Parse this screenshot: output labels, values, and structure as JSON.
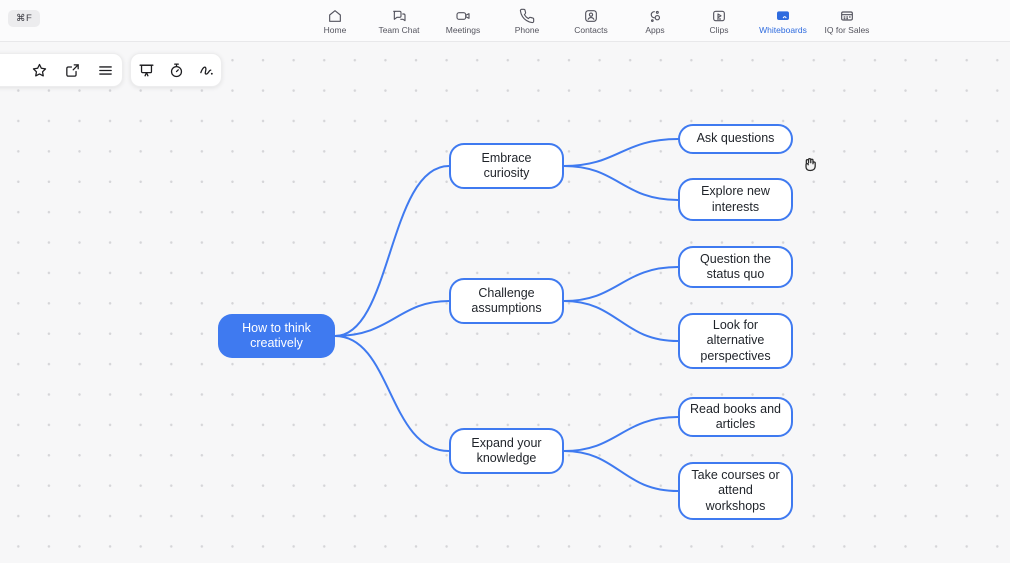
{
  "colors": {
    "accent": "#2e6bdf",
    "node_blue": "#3f7af0",
    "topbar_bg": "#fbfbfc",
    "canvas_bg": "#f7f7f8",
    "dot": "#d5d5d8"
  },
  "topbar": {
    "shortcut_badge": "⌘F",
    "items": [
      {
        "label": "Home"
      },
      {
        "label": "Team Chat"
      },
      {
        "label": "Meetings"
      },
      {
        "label": "Phone"
      },
      {
        "label": "Contacts"
      },
      {
        "label": "Apps"
      },
      {
        "label": "Clips"
      },
      {
        "label": "Whiteboards"
      },
      {
        "label": "IQ for Sales"
      }
    ],
    "active_item": "Whiteboards"
  },
  "toolbar": {
    "left_icons": [
      "star",
      "share",
      "menu"
    ],
    "right_icons": [
      "present",
      "timer",
      "follow-pen"
    ]
  },
  "mindmap": {
    "root": {
      "label": "How to think creatively"
    },
    "branches": [
      {
        "label": "Embrace curiosity",
        "children": [
          {
            "label": "Ask questions"
          },
          {
            "label": "Explore new interests"
          }
        ]
      },
      {
        "label": "Challenge assumptions",
        "children": [
          {
            "label": "Question the status quo"
          },
          {
            "label": "Look for alternative perspectives"
          }
        ]
      },
      {
        "label": "Expand your knowledge",
        "children": [
          {
            "label": "Read books and articles"
          },
          {
            "label": "Take courses or attend workshops"
          }
        ]
      }
    ]
  },
  "cursor": {
    "type": "grab-hand"
  }
}
